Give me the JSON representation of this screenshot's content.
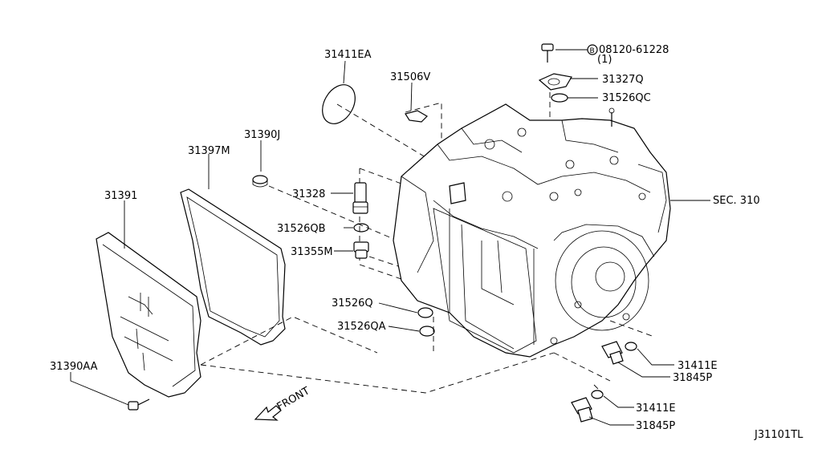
{
  "diagram": {
    "drawing_number": "J31101TL",
    "front_label": "FRONT",
    "bolt_circle_symbol": "B",
    "parts": {
      "p31411EA": "31411EA",
      "p31506V": "31506V",
      "p08120": "08120-61228",
      "p08120_qty": "(1)",
      "p31327Q": "31327Q",
      "p31526QC": "31526QC",
      "p31390J": "31390J",
      "p31397M": "31397M",
      "p31391": "31391",
      "p31328": "31328",
      "p31526QB": "31526QB",
      "p31355M": "31355M",
      "sec310": "SEC. 310",
      "p31526Q": "31526Q",
      "p31526QA": "31526QA",
      "p31411E_1": "31411E",
      "p31845P_1": "31845P",
      "p31411E_2": "31411E",
      "p31845P_2": "31845P",
      "p31390AA": "31390AA"
    }
  }
}
